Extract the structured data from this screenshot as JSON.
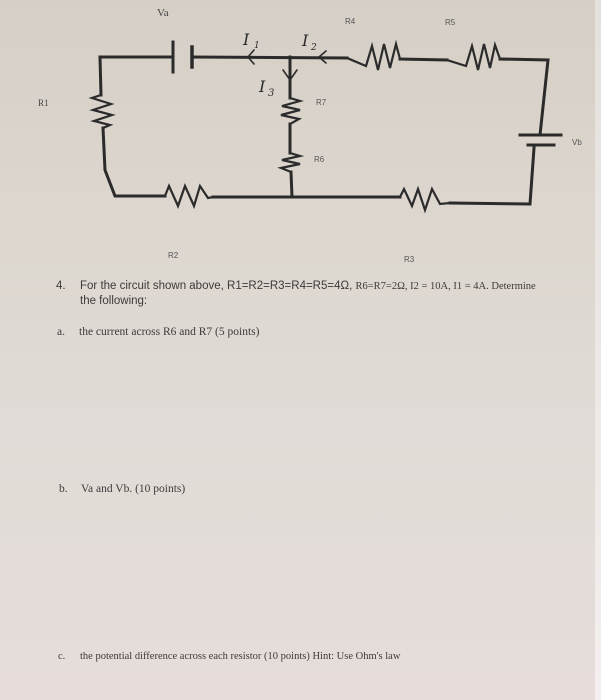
{
  "diagram": {
    "labels": {
      "va": "Va",
      "vb": "Vb",
      "r1": "R1",
      "r2": "R2",
      "r3": "R3",
      "r4": "R4",
      "r5": "R5",
      "r6": "R6",
      "r7": "R7",
      "i1": "I",
      "i1_sub": "1",
      "i2": "I",
      "i2_sub": "2",
      "i3": "I",
      "i3_sub": "3"
    },
    "colors": {
      "wire": "#2b2b2b",
      "paper": "#dcd6ce"
    }
  },
  "problem": {
    "number": "4.",
    "intro_line1_a": "For the circuit shown above, R1=R2=R3=R4=R5=4Ω, ",
    "intro_line1_b": "R6=R7=2Ω, I2 = 10A, I1 = 4A. Determine",
    "intro_line2": "the following:",
    "parts": [
      {
        "letter": "a.",
        "text": "the current across R6 and R7 (5 points)"
      },
      {
        "letter": "b.",
        "text": "Va and Vb. (10 points)"
      },
      {
        "letter": "c.",
        "text": "the potential difference across each resistor (10 points) Hint: Use Ohm's law"
      }
    ]
  }
}
